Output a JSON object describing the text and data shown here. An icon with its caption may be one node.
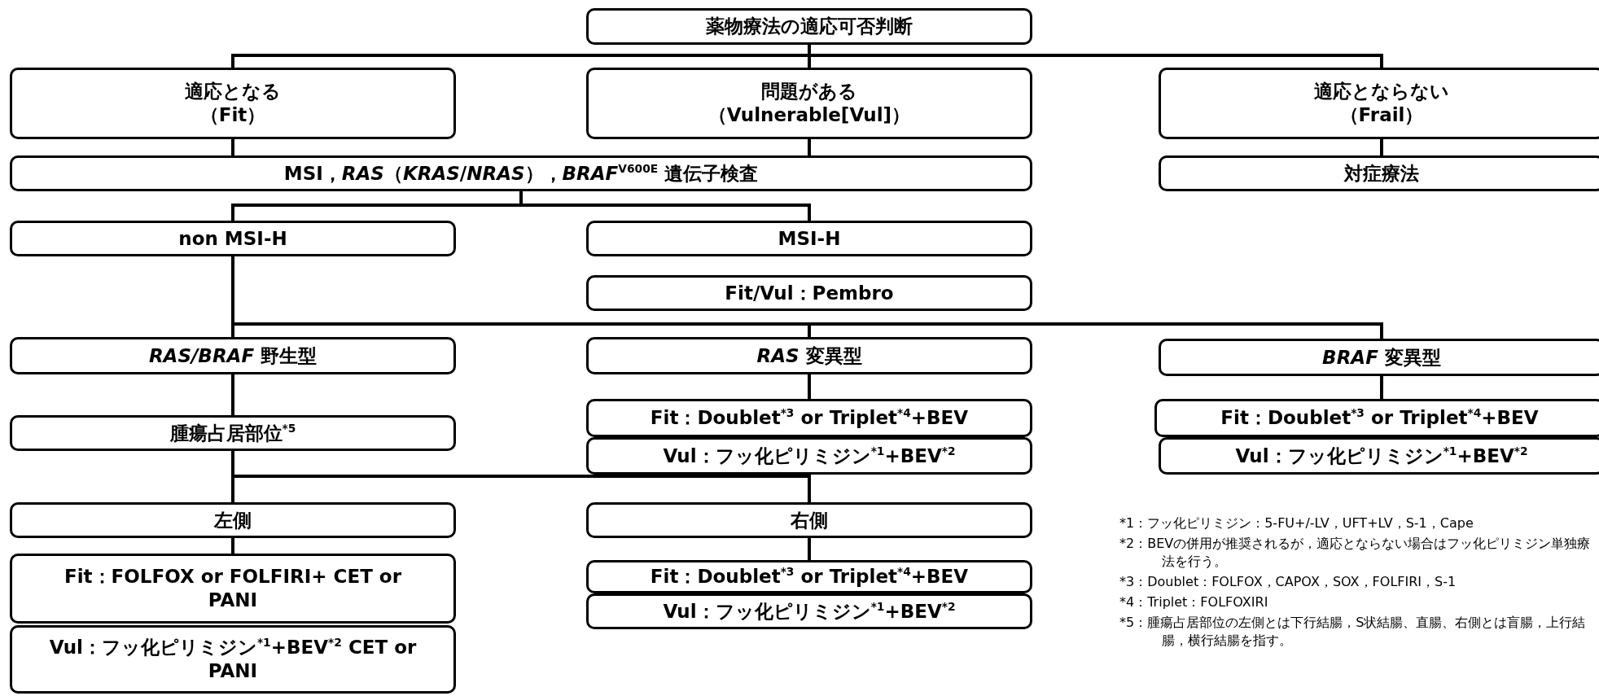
{
  "diagram": {
    "nodes": [
      {
        "text": [
          "薬物療法の適応可否判断"
        ]
      },
      {
        "text": [
          "適応となる",
          "（Fit）"
        ]
      },
      {
        "text": [
          "問題がある",
          "（Vulnerable[Vul]）"
        ]
      },
      {
        "text": [
          "適応とならない",
          "（Frail）"
        ]
      },
      {
        "text": [
          "MSI，*RAS*（*KRAS*/*NRAS*），*BRAF*$^{V600E}$ 遺伝子検査"
        ]
      },
      {
        "text": [
          "対症療法"
        ]
      },
      {
        "text": [
          "non MSI-H"
        ]
      },
      {
        "text": [
          "MSI-H"
        ]
      },
      {
        "text": [
          "Fit/Vul：Pembro"
        ]
      },
      {
        "text": [
          "*RAS/BRAF* 野生型"
        ]
      },
      {
        "text": [
          "*RAS* 変異型"
        ]
      },
      {
        "text": [
          "*BRAF* 変異型"
        ]
      },
      {
        "text": [
          "腫瘍占居部位$^{*5}$"
        ]
      },
      {
        "text": [
          "Fit：Doublet$^{*3}$ or Triplet$^{*4}$+BEV"
        ]
      },
      {
        "text": [
          "Vul：フッ化ピリミジン$^{*1}$+BEV$^{*2}$"
        ]
      },
      {
        "text": [
          "Fit：Doublet$^{*3}$ or Triplet$^{*4}$+BEV"
        ]
      },
      {
        "text": [
          "Vul：フッ化ピリミジン$^{*1}$+BEV$^{*2}$"
        ]
      },
      {
        "text": [
          "左側"
        ]
      },
      {
        "text": [
          "右側"
        ]
      },
      {
        "text": [
          "Fit：FOLFOX or FOLFIRI+ CET or PANI"
        ]
      },
      {
        "text": [
          "Vul：フッ化ピリミジン$^{*1}$+BEV$^{*2}$ CET or PANI"
        ]
      },
      {
        "text": [
          "Fit：Doublet$^{*3}$ or Triplet$^{*4}$+BEV"
        ]
      },
      {
        "text": [
          "Vul：フッ化ピリミジン$^{*1}$+BEV$^{*2}$"
        ]
      }
    ],
    "edges": [
      {
        "from": 0,
        "to": 1,
        "arrow": "none"
      },
      {
        "from": 0,
        "to": 2,
        "arrow": "none"
      },
      {
        "from": 0,
        "to": 3,
        "arrow": "none"
      },
      {
        "from": 1,
        "to": 4,
        "arrow": "none"
      },
      {
        "from": 2,
        "to": 4,
        "arrow": "none"
      },
      {
        "from": 3,
        "to": 5,
        "arrow": "none"
      },
      {
        "from": 4,
        "to": 6,
        "arrow": "none"
      },
      {
        "from": 4,
        "to": 7,
        "arrow": "none"
      },
      {
        "from": 6,
        "to": 9,
        "arrow": "none"
      },
      {
        "from": 6,
        "to": 10,
        "arrow": "none"
      },
      {
        "from": 6,
        "to": 11,
        "arrow": "none"
      },
      {
        "from": 9,
        "to": 12,
        "arrow": "none"
      },
      {
        "from": 10,
        "to": 13,
        "arrow": "none"
      },
      {
        "from": 11,
        "to": 15,
        "arrow": "none"
      },
      {
        "from": 12,
        "to": 17,
        "arrow": "none"
      },
      {
        "from": 12,
        "to": 18,
        "arrow": "none"
      },
      {
        "from": 17,
        "to": 19,
        "arrow": "none"
      },
      {
        "from": 18,
        "to": 21,
        "arrow": "none"
      }
    ],
    "labels": [
      "*1：フッ化ピリミジン：5-FU+/-LV，UFT+LV，S-1，Cape",
      "*2：BEVの併用が推奨されるが，適応とならない場合はフッ化ピリミジン単独療法を行う。",
      "*3：Doublet：FOLFOX，CAPOX，SOX，FOLFIRI，S-1",
      "*4：Triplet：FOLFOXIRI",
      "*5：腫瘍占居部位の左側とは下行結腸，S状結腸、直腸、右側とは盲腸，上行結腸，横行結腸を指す。"
    ]
  }
}
